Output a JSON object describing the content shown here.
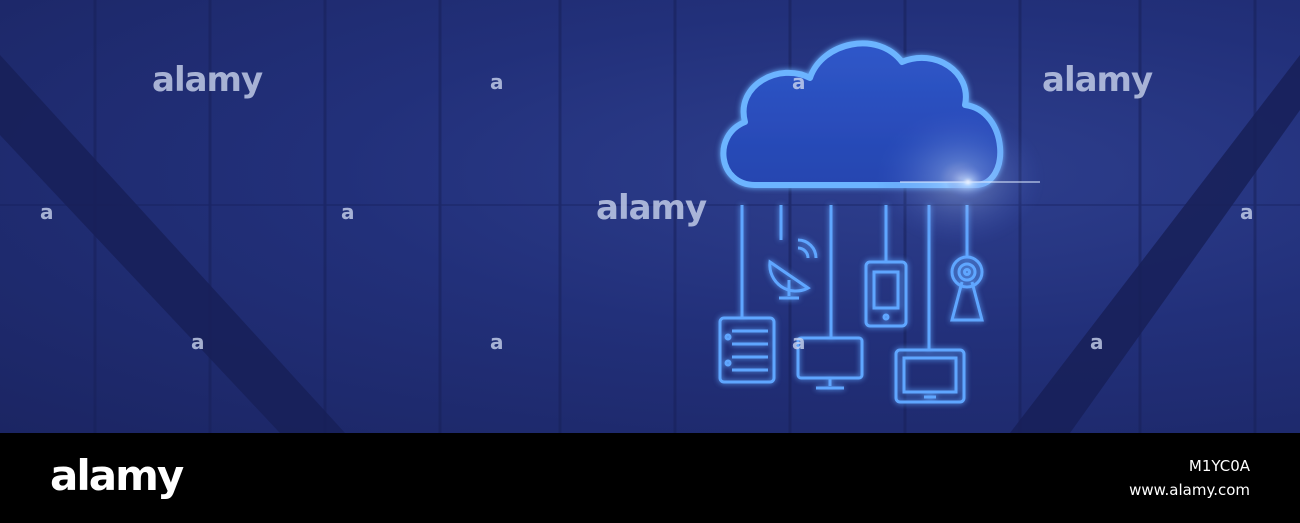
{
  "watermark": {
    "brand": "alamy",
    "mark": "a"
  },
  "footer": {
    "logo": "alamy",
    "image_id": "M1YC0A",
    "site": "www.alamy.com"
  },
  "colors": {
    "background": "#1f2b6e",
    "glow": "#5aa8ff",
    "footer": "#000000"
  },
  "icons": [
    "cloud-icon",
    "server-icon",
    "satellite-dish-icon",
    "monitor-icon",
    "smartphone-icon",
    "tablet-icon",
    "antenna-tower-icon"
  ]
}
